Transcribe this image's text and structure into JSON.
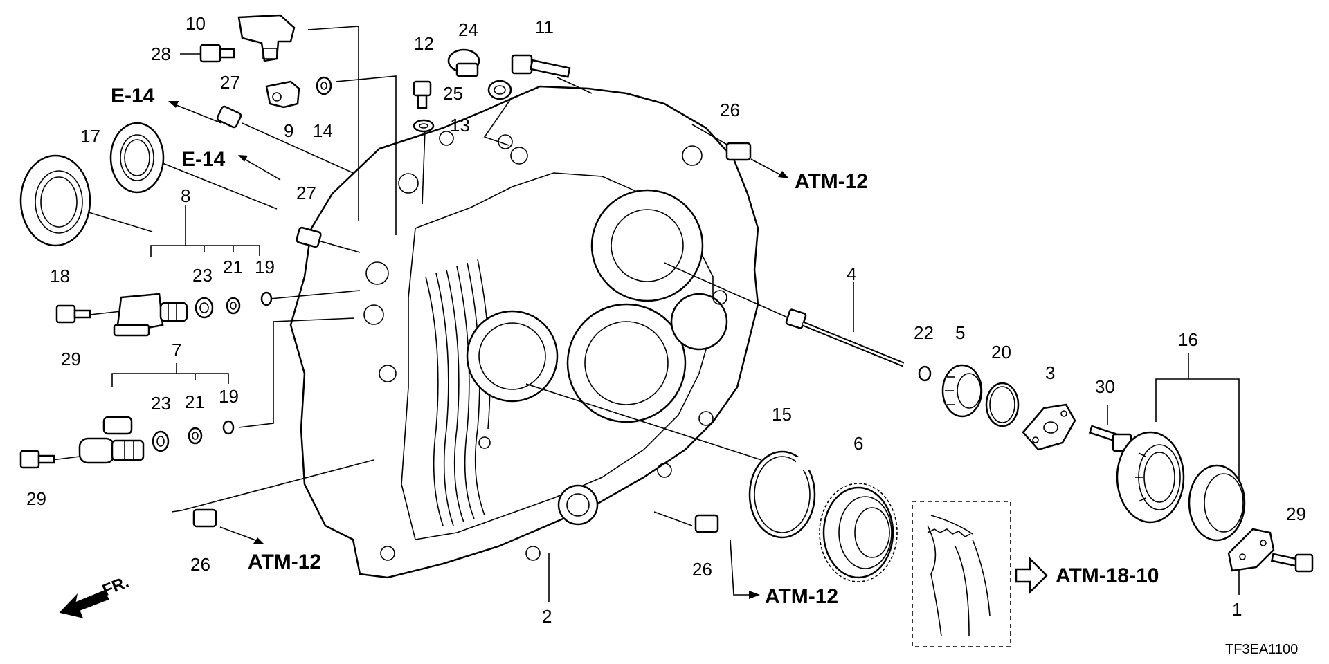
{
  "diagram": {
    "callouts": [
      {
        "id": "n1",
        "text": "1"
      },
      {
        "id": "n2",
        "text": "2"
      },
      {
        "id": "n3",
        "text": "3"
      },
      {
        "id": "n4",
        "text": "4"
      },
      {
        "id": "n5",
        "text": "5"
      },
      {
        "id": "n6",
        "text": "6"
      },
      {
        "id": "n7",
        "text": "7"
      },
      {
        "id": "n8",
        "text": "8"
      },
      {
        "id": "n9",
        "text": "9"
      },
      {
        "id": "n10",
        "text": "10"
      },
      {
        "id": "n11",
        "text": "11"
      },
      {
        "id": "n12",
        "text": "12"
      },
      {
        "id": "n13",
        "text": "13"
      },
      {
        "id": "n14",
        "text": "14"
      },
      {
        "id": "n15",
        "text": "15"
      },
      {
        "id": "n16",
        "text": "16"
      },
      {
        "id": "n17",
        "text": "17"
      },
      {
        "id": "n18",
        "text": "18"
      },
      {
        "id": "n19a",
        "text": "19"
      },
      {
        "id": "n19b",
        "text": "19"
      },
      {
        "id": "n20",
        "text": "20"
      },
      {
        "id": "n21a",
        "text": "21"
      },
      {
        "id": "n21b",
        "text": "21"
      },
      {
        "id": "n22",
        "text": "22"
      },
      {
        "id": "n23a",
        "text": "23"
      },
      {
        "id": "n23b",
        "text": "23"
      },
      {
        "id": "n24",
        "text": "24"
      },
      {
        "id": "n25",
        "text": "25"
      },
      {
        "id": "n26a",
        "text": "26"
      },
      {
        "id": "n26b",
        "text": "26"
      },
      {
        "id": "n26c",
        "text": "26"
      },
      {
        "id": "n27a",
        "text": "27"
      },
      {
        "id": "n27b",
        "text": "27"
      },
      {
        "id": "n28",
        "text": "28"
      },
      {
        "id": "n29a",
        "text": "29"
      },
      {
        "id": "n29b",
        "text": "29"
      },
      {
        "id": "n29c",
        "text": "29"
      },
      {
        "id": "n30",
        "text": "30"
      }
    ],
    "references": [
      {
        "id": "e14a",
        "text": "E-14"
      },
      {
        "id": "e14b",
        "text": "E-14"
      },
      {
        "id": "atm12a",
        "text": "ATM-12"
      },
      {
        "id": "atm12b",
        "text": "ATM-12"
      },
      {
        "id": "atm12c",
        "text": "ATM-12"
      },
      {
        "id": "atm1810",
        "text": "ATM-18-10"
      }
    ],
    "front_marker": "FR.",
    "diagram_code": "TF3EA1100"
  }
}
